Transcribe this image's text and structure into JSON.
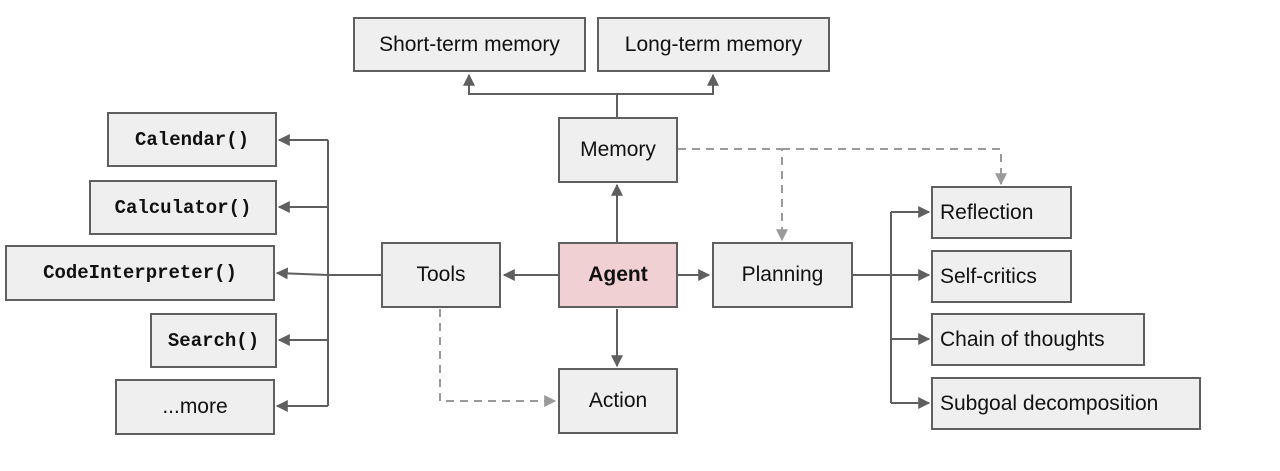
{
  "diagram": {
    "nodes": {
      "short_term_memory": "Short-term memory",
      "long_term_memory": "Long-term memory",
      "memory": "Memory",
      "agent": "Agent",
      "tools": "Tools",
      "planning": "Planning",
      "action": "Action",
      "calendar": "Calendar()",
      "calculator": "Calculator()",
      "code_interpreter": "CodeInterpreter()",
      "search": "Search()",
      "more": "...more",
      "reflection": "Reflection",
      "self_critics": "Self-critics",
      "chain_of_thoughts": "Chain of thoughts",
      "subgoal_decomposition": "Subgoal decomposition"
    }
  },
  "colors": {
    "node_fill": "#efefef",
    "agent_fill": "#f1d0d3",
    "stroke": "#5f5f5f",
    "dashed": "#9a9a9a"
  }
}
